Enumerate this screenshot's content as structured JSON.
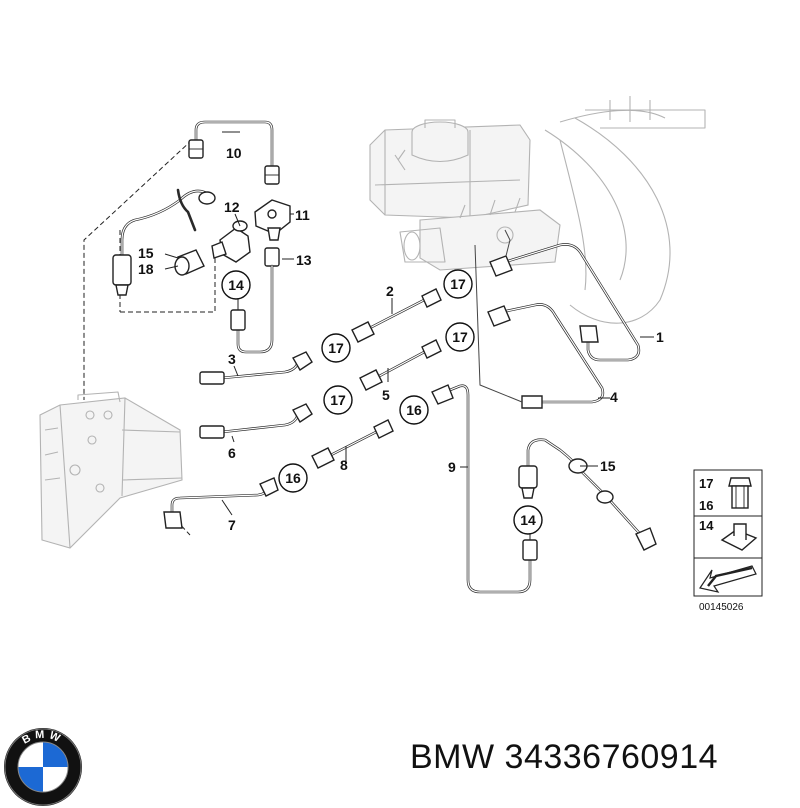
{
  "diagram": {
    "callouts": [
      {
        "id": "c1",
        "label": "1"
      },
      {
        "id": "c2",
        "label": "2"
      },
      {
        "id": "c3",
        "label": "3"
      },
      {
        "id": "c4",
        "label": "4"
      },
      {
        "id": "c5",
        "label": "5"
      },
      {
        "id": "c6",
        "label": "6"
      },
      {
        "id": "c7",
        "label": "7"
      },
      {
        "id": "c8",
        "label": "8"
      },
      {
        "id": "c9",
        "label": "9"
      },
      {
        "id": "c10",
        "label": "10"
      },
      {
        "id": "c11",
        "label": "11"
      },
      {
        "id": "c12",
        "label": "12"
      },
      {
        "id": "c13",
        "label": "13"
      },
      {
        "id": "c15a",
        "label": "15"
      },
      {
        "id": "c15b",
        "label": "15"
      },
      {
        "id": "c18",
        "label": "18"
      }
    ],
    "circled": [
      {
        "id": "k14a",
        "label": "14"
      },
      {
        "id": "k17a",
        "label": "17"
      },
      {
        "id": "k17b",
        "label": "17"
      },
      {
        "id": "k17c",
        "label": "17"
      },
      {
        "id": "k17d",
        "label": "17"
      },
      {
        "id": "k16a",
        "label": "16"
      },
      {
        "id": "k16b",
        "label": "16"
      },
      {
        "id": "k14b",
        "label": "14"
      }
    ],
    "legend": {
      "items": [
        "17",
        "16",
        "14"
      ],
      "figure_number": "00145026"
    }
  },
  "brand": {
    "logo": "bmw-roundel-logo",
    "logo_letters": "BMW",
    "caption": "BMW 34336760914"
  },
  "colors": {
    "line": "#2a2a2a",
    "ghost": "#b3b3b3",
    "logo_blue": "#1c69d4",
    "logo_ring": "#111111"
  }
}
